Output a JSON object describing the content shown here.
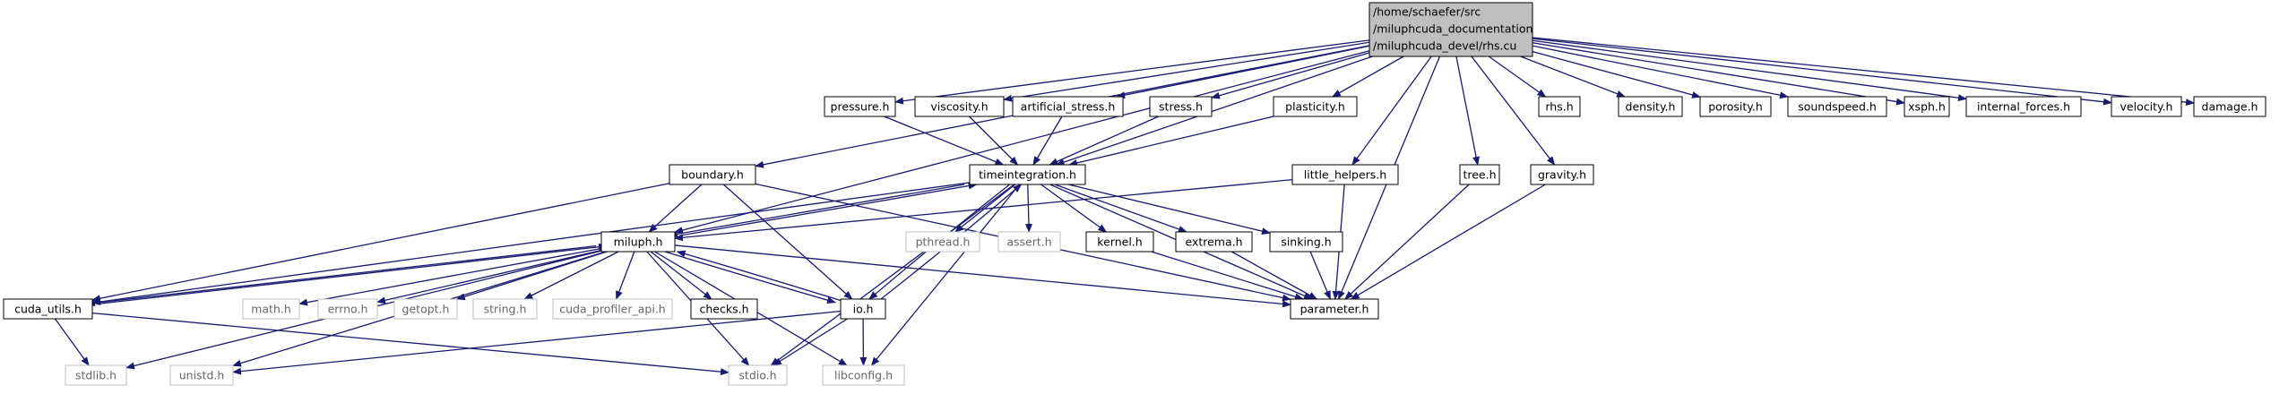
{
  "colors": {
    "edge": "#191970",
    "node_border": "#000000",
    "missing_border": "#bfbfbf",
    "missing_text": "#666666",
    "root_fill": "#bfbfbf",
    "node_fill": "#ffffff"
  },
  "root": {
    "lines": [
      "/home/schaefer/src",
      "/miluphcuda_documentation",
      "/miluphcuda_devel/rhs.cu"
    ]
  },
  "nodes": {
    "pressure": "pressure.h",
    "viscosity": "viscosity.h",
    "artificial_stress": "artificial_stress.h",
    "stress": "stress.h",
    "plasticity": "plasticity.h",
    "rhs": "rhs.h",
    "density": "density.h",
    "porosity": "porosity.h",
    "soundspeed": "soundspeed.h",
    "xsph": "xsph.h",
    "internal_forces": "internal_forces.h",
    "velocity": "velocity.h",
    "damage": "damage.h",
    "boundary": "boundary.h",
    "timeintegration": "timeintegration.h",
    "little_helpers": "little_helpers.h",
    "tree": "tree.h",
    "gravity": "gravity.h",
    "miluph": "miluph.h",
    "pthread": "pthread.h",
    "assert": "assert.h",
    "kernel": "kernel.h",
    "extrema": "extrema.h",
    "sinking": "sinking.h",
    "cuda_utils": "cuda_utils.h",
    "math": "math.h",
    "errno": "errno.h",
    "getopt": "getopt.h",
    "string": "string.h",
    "cuda_profiler_api": "cuda_profiler_api.h",
    "checks": "checks.h",
    "io": "io.h",
    "parameter": "parameter.h",
    "stdlib": "stdlib.h",
    "unistd": "unistd.h",
    "stdio": "stdio.h",
    "libconfig": "libconfig.h"
  }
}
